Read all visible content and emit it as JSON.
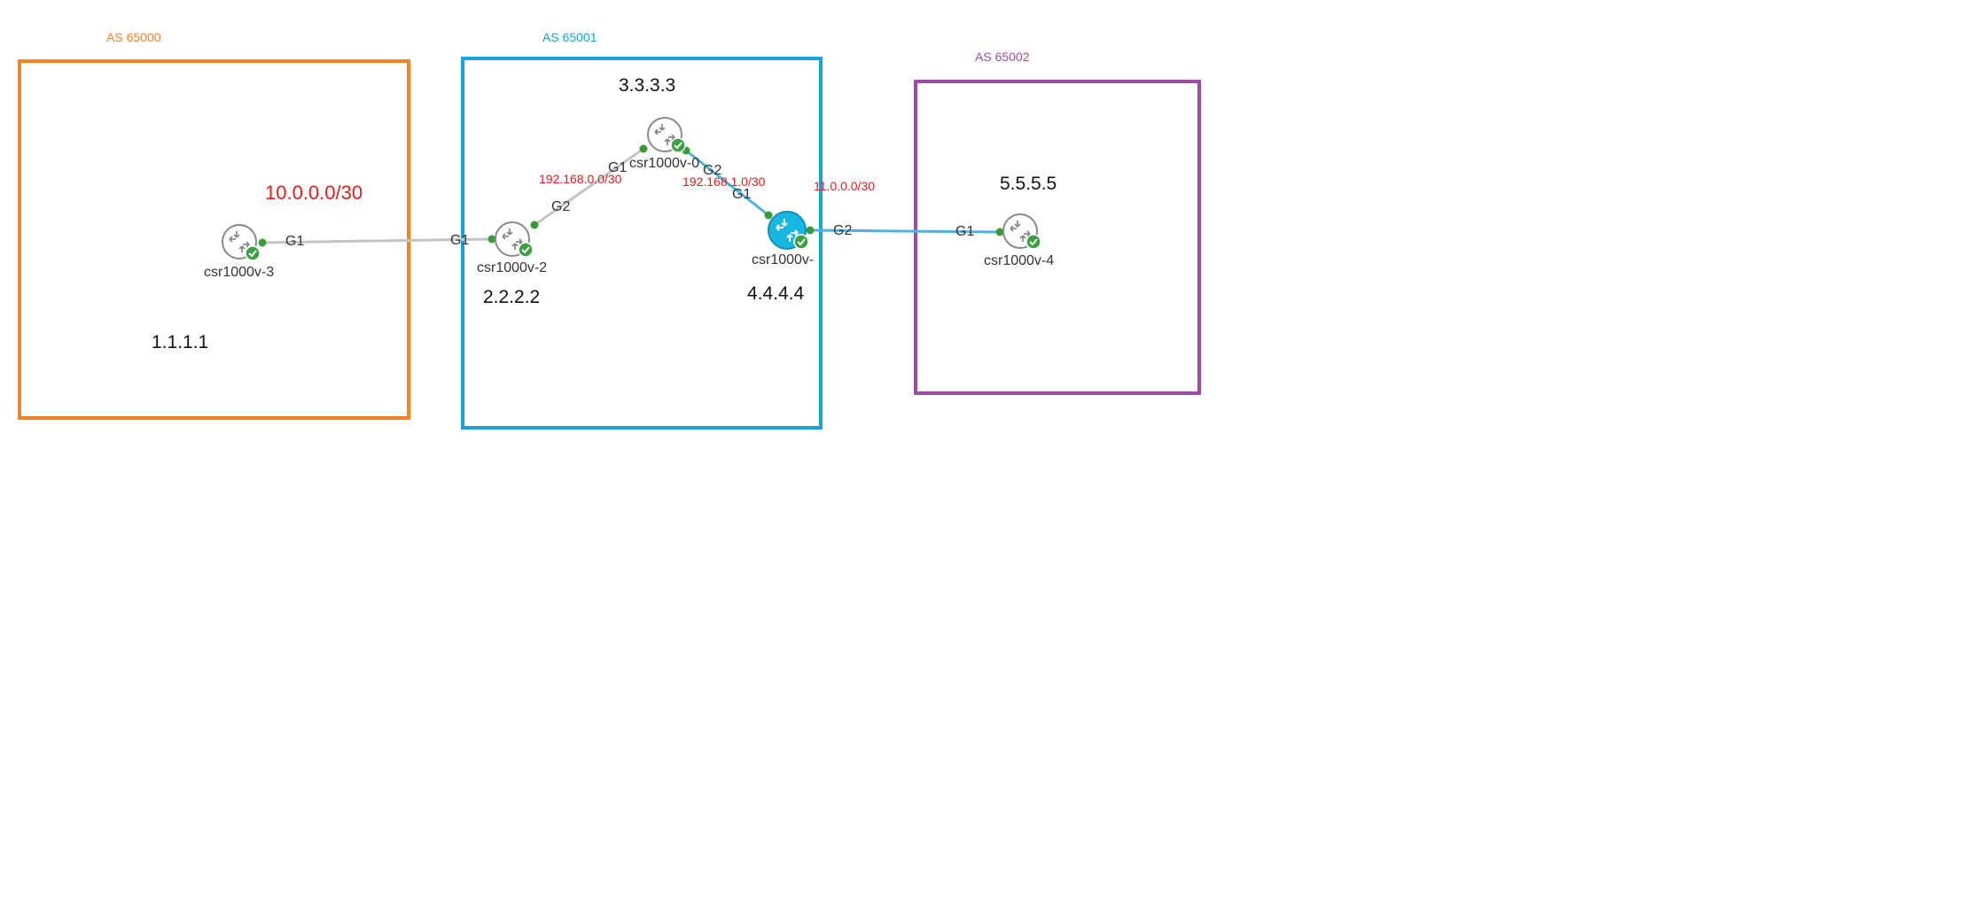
{
  "colors": {
    "as65000": "#f5822a",
    "as65001": "#15a3dc",
    "as65002": "#9b4ea3",
    "link_gray": "#c4c4c4",
    "link_blue": "#4cb3e3",
    "port_green": "#3a9a3a",
    "subnet_red": "#e0201f",
    "check_green": "#3aa143",
    "router_gray": "#8a8a8a",
    "router_active": "#16b8e0"
  },
  "autonomous_systems": {
    "as65000": {
      "label": "AS 65000"
    },
    "as65001": {
      "label": "AS 65001"
    },
    "as65002": {
      "label": "AS 65002"
    }
  },
  "router_ids": {
    "r1": "1.1.1.1",
    "r2": "2.2.2.2",
    "r3": "3.3.3.3",
    "r4": "4.4.4.4",
    "r5": "5.5.5.5"
  },
  "nodes": {
    "csr3": {
      "label": "csr1000v-3",
      "icon": "router-icon"
    },
    "csr2": {
      "label": "csr1000v-2",
      "icon": "router-icon"
    },
    "csr0": {
      "label": "csr1000v-0",
      "icon": "router-icon"
    },
    "csr1": {
      "label": "csr1000v-",
      "icon": "router-icon-selected"
    },
    "csr4": {
      "label": "csr1000v-4",
      "icon": "router-icon"
    }
  },
  "subnets": {
    "s1": "10.0.0.0/30",
    "s2": "192.168.0.0/30",
    "s3": "192.168.1.0/30",
    "s4": "11.0.0.0/30"
  },
  "interfaces": {
    "csr3_g1": "G1",
    "csr2_g1": "G1",
    "csr2_g2": "G2",
    "csr0_g1": "G1",
    "csr0_g2": "G2",
    "csr1_g1": "G1",
    "csr1_g2": "G2",
    "csr4_g1": "G1"
  }
}
